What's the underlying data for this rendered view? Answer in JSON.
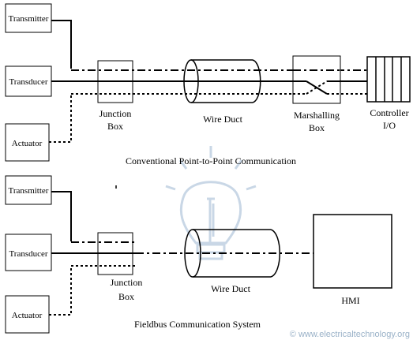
{
  "top_section": {
    "devices": [
      "Transmitter",
      "Transducer",
      "Actuator"
    ],
    "junction_box": "Junction",
    "junction_box_line2": "Box",
    "wire_duct": "Wire Duct",
    "marshalling_box": "Marshalling",
    "marshalling_box_line2": "Box",
    "controller": "Controller",
    "controller_line2": "I/O",
    "caption": "Conventional Point-to-Point Communication"
  },
  "bottom_section": {
    "devices": [
      "Transmitter",
      "Transducer",
      "Actuator"
    ],
    "junction_box": "Junction",
    "junction_box_line2": "Box",
    "wire_duct": "Wire Duct",
    "hmi": "HMI",
    "caption": "Fieldbus Communication System"
  },
  "watermark": "© www.electricaltechnology.org",
  "colors": {
    "line": "#000000",
    "watermark": "#9ab2c8",
    "bulb": "#c9d7e6"
  }
}
